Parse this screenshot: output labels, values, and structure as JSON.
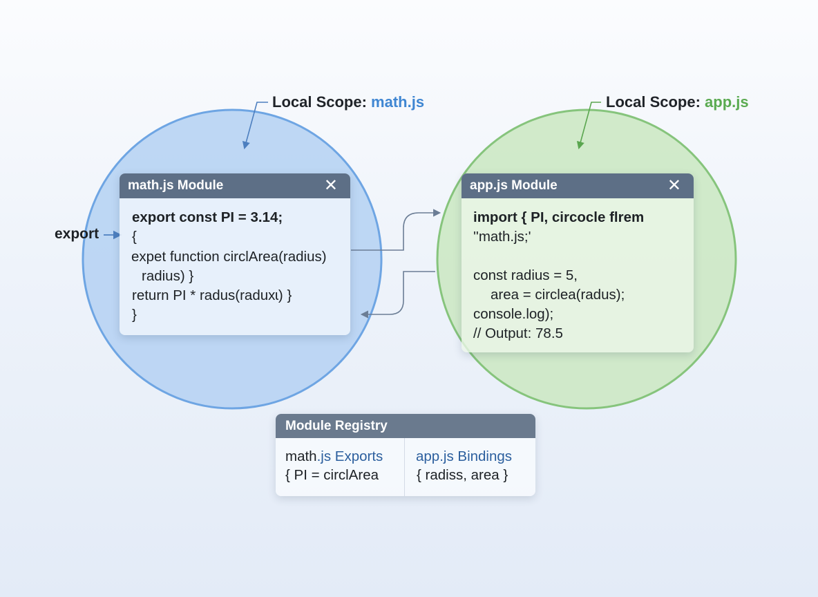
{
  "scopes": {
    "math": {
      "prefix": "Local Scope: ",
      "file": "math.js"
    },
    "app": {
      "prefix": "Local Scope: ",
      "file": "app.js"
    }
  },
  "math_window": {
    "title": "math.js Module",
    "close": "✕",
    "lines": [
      "export const PI = 3.14;",
      "{",
      "expet function circlArea(radius)",
      "radius) }",
      "return PI * radus(raduxɩ) }",
      "}"
    ]
  },
  "app_window": {
    "title": "app.js Module",
    "close": "✕",
    "lines": [
      "import { PI, circocle flrem",
      "''math.js;'",
      "const radius = 5,",
      "area = circlea(radus);",
      "console.log);",
      "// Output: 78.5"
    ]
  },
  "export_label": "export",
  "registry": {
    "title": "Module Registry",
    "left": {
      "title_a": "math",
      "title_b": ".js Exports",
      "body": "{ PI = circlArea"
    },
    "right": {
      "title": "app.js Bindings",
      "body": "{ radiss, area }"
    }
  },
  "colors": {
    "math_scope_fill": "#b9d4f3",
    "math_scope_stroke": "#6ea5e3",
    "app_scope_fill": "#cde8c6",
    "app_scope_stroke": "#86c47c",
    "window_header": "#5d6f86",
    "registry_header": "#6a7a8e"
  }
}
